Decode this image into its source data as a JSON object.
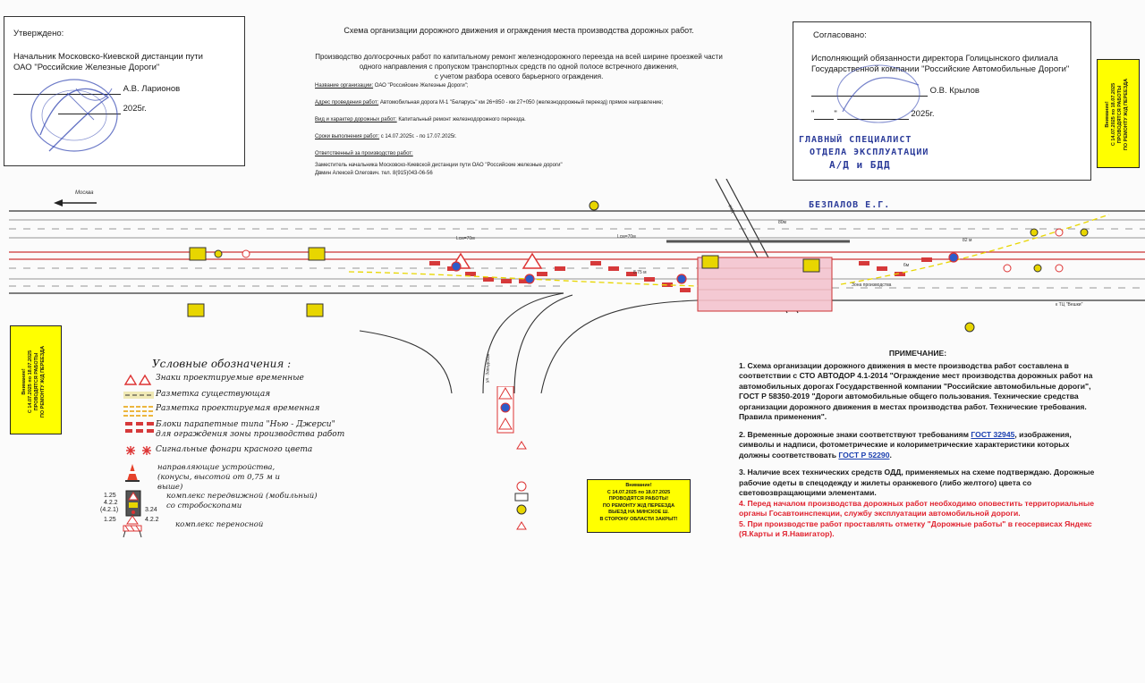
{
  "approve_left": {
    "label": "Утверждено:",
    "position": "Начальник Московско-Киевской дистанции пути",
    "org": "ОАО \"Российские Железные Дороги\"",
    "signer": "А.В. Ларионов",
    "year": "2025г."
  },
  "approve_right": {
    "label": "Согласовано:",
    "position": "Исполняющий обязанности директора Голицынского филиала",
    "org": "Государственной компании \"Российские Автомобильные Дороги\"",
    "signer": "О.В. Крылов",
    "date_open": "\"",
    "date_mid": "\"",
    "year": "2025г."
  },
  "header": {
    "title": "Схема организации дорожного движения и ограждения места производства дорожных работ.",
    "subtitle_1": "Производство долгосрочных работ по капитальному ремонт железнодорожного переезда на всей ширине проезжей части",
    "subtitle_2": "одного направления с пропуском транспортных средств по одной полосе встречного движения,",
    "subtitle_3": "с учетом разбора осевого барьерного ограждения."
  },
  "info": {
    "org_label": "Название организации:",
    "org_value": "ОАО \"Российские Железные Дороги\";",
    "addr_label": "Адрес проведения работ:",
    "addr_value": "Автомобильная дорога М-1 \"Беларусь\" км 26+850 - км 27+050 (железнодорожный переезд) прямое направление;",
    "kind_label": "Вид и характер дорожных работ:",
    "kind_value": "Капитальный ремонт железнодорожного переезда.",
    "term_label": "Сроки выполнения работ:",
    "term_value": "с 14.07.2025г. - по 17.07.2025г.",
    "resp_label": "Ответственный за производство работ:",
    "resp_line1": "Заместитель начальника Московско-Киевской дистанции пути ОАО \"Российские железные дороги\"",
    "resp_line2": "Двмин Алексей Олегович. тел. 8(915)043-06-56"
  },
  "stamp": {
    "line1": "ГЛАВНЫЙ СПЕЦИАЛИСТ",
    "line2": "ОТДЕЛА ЭКСПЛУАТАЦИИ",
    "line3": "А/Д и БДД",
    "signature": "БЕЗПАЛОВ  Е.Г."
  },
  "yellow_notice_right": {
    "l1": "Внимание!",
    "l2": "С 14.07.2025 по 18.07.2025",
    "l3": "ПРОВОДЯТСЯ РАБОТЫ",
    "l4": "ПО РЕМОНТУ Ж/Д ПЕРЕЕЗДА"
  },
  "yellow_notice_left": {
    "l1": "Внимание!",
    "l2": "С 14.07.2025 по 18.07.2025",
    "l3": "ПРОВОДЯТСЯ РАБОТЫ",
    "l4": "ПО РЕМОНТУ Ж/Д ПЕРЕЕЗДА"
  },
  "yellow_notice_center": {
    "l1": "Внимание!",
    "l2": "С 14.07.2025 по 18.07.2025",
    "l3": "ПРОВОДЯТСЯ РАБОТЫ!",
    "l4": "ПО РЕМОНТУ Ж/Д ПЕРЕЕЗДА",
    "l5": "ВЫЕЗД НА МИНСКОЕ Ш.",
    "l6": "В СТОРОНУ ОБЛАСТИ ЗАКРЫТ!"
  },
  "road": {
    "direction_label": "Москва",
    "right_label": "к ТЦ \"Вешки\"",
    "rail_label": "Ж/Д",
    "length_label_1": "Lсм=70м",
    "length_label_2": "Lсм=70м",
    "dist_80": "80м",
    "dist_82": "82 м",
    "dist_6": "6м",
    "dist_8": "8,75 м",
    "work_zone_label": "Зона производства",
    "side_road_label": "ул. Заводская"
  },
  "legend": {
    "title": "Условные обозначения :",
    "item1": "Знаки проектируемые временные",
    "item2": "Разметка существующая",
    "item3": "Разметка проектируемая временная",
    "item4a": "Блоки парапетные типа  \"Нью - Джерси\"",
    "item4b": "для ограждения зоны производства работ",
    "item5": "Сигнальные фонари красного цвета",
    "item6a": "направляющие устройства,",
    "item6b": "(конусы, высотой от 0,75 м и",
    "item6c": "выше)",
    "item7a": "комплекс передвижной (мобильный)",
    "item7b": "со стробоскопами",
    "item8": "комплекс переносной",
    "n125a": "1.25",
    "n422a": "4.2.2",
    "n421": "(4.2.1)",
    "n324": "3.24",
    "n125b": "1.25",
    "n422b": "4.2.2"
  },
  "notes": {
    "head": "ПРИМЕЧАНИЕ:",
    "p1": "1. Схема организации дорожного движения в месте производства работ составлена в соответствии с СТО АВТОДОР 4.1-2014 \"Ограждение мест производства дорожных работ на автомобильных дорогах Государственной компании \"Российские автомобильные дороги\", ГОСТ Р 58350-2019 \"Дороги автомобильные общего пользования. Технические средства организации дорожного движения в местах производства работ. Технические требования. Правила применения\".",
    "p2a": "2. Временные дорожные знаки  соответствуют требованиям ",
    "p2_link1": "ГОСТ 32945",
    "p2b": ", изображения, символы и надписи, фотометрические и колориметрические характеристики которых должны соответствовать ",
    "p2_link2": "ГОСТ Р 52290",
    "p2c": ".",
    "p3": "3. Наличие всех технических средств ОДД, применяемых на схеме подтверждаю. Дорожные рабочие одеты в спецодежду и жилеты оранжевого (либо желтого) цвета со световозвращающими элементами.",
    "p4": "4. Перед началом производства дорожных работ необходимо оповестить территориальные органы Госавтоинспекции, службу эксплуатации автомобильной дороги.",
    "p5": "5. При производстве работ проставлять отметку \"Дорожные работы\" в геосервисах Яндекс (Я.Карты и Я.Навигатор)."
  },
  "colors": {
    "stamp_blue": "#2c3c9a",
    "notice_yellow": "#ffff00",
    "note_red": "#e0212e",
    "block_red": "#d6393a",
    "zone_pink": "#f4c9d3"
  }
}
